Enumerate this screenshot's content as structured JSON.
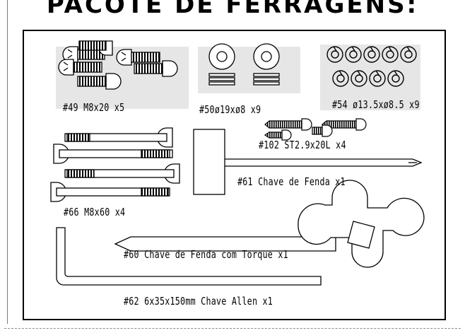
{
  "page": {
    "title": "PACOTE DE FERRAGENS:"
  },
  "parts": [
    {
      "code": "#49 M8x20  x5"
    },
    {
      "code": "#50ø19xø8  x9"
    },
    {
      "code": "#54 ø13.5xø8.5 x9"
    },
    {
      "code": "#102 ST2.9x20L  x4"
    },
    {
      "code": "#61 Chave de Fenda x1"
    },
    {
      "code": "#66 M8x60  x4"
    },
    {
      "code": "#60 Chave de Fenda com Torque  x1"
    },
    {
      "code": "#62 6x35x150mm Chave Allen  x1"
    }
  ],
  "colors": {
    "ink": "#000000",
    "panel": "#e6e6e6",
    "paper": "#ffffff"
  }
}
